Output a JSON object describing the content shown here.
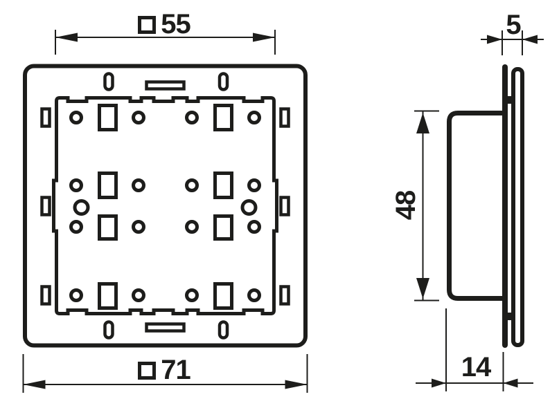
{
  "drawing_title": "flush-mount module dimensional drawing",
  "dimensions": {
    "front_inner": {
      "square_symbol": true,
      "value": "55"
    },
    "front_outer": {
      "square_symbol": true,
      "value": "71"
    },
    "side_thickness": {
      "square_symbol": false,
      "value": "5"
    },
    "side_height": {
      "square_symbol": false,
      "value": "48"
    },
    "side_depth": {
      "square_symbol": false,
      "value": "14"
    }
  },
  "colors": {
    "line": "#1d1d1b",
    "background": "#ffffff"
  }
}
